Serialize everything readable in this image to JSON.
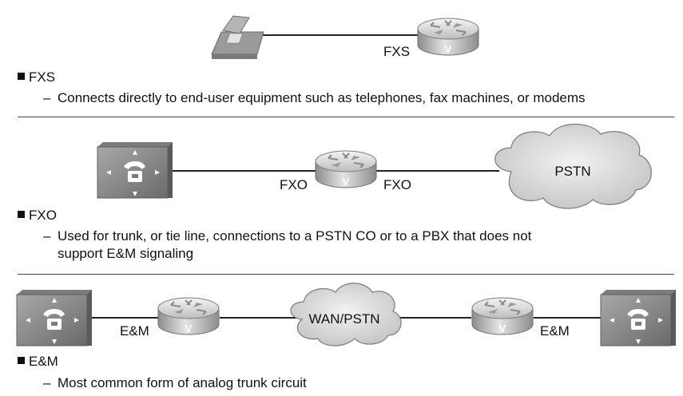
{
  "sections": [
    {
      "name": "FXS",
      "port_labels": [
        "FXS"
      ],
      "description": "Connects directly to end-user equipment such as telephones, fax machines, or modems"
    },
    {
      "name": "FXO",
      "port_labels": [
        "FXO",
        "FXO"
      ],
      "cloud_label": "PSTN",
      "description_lines": [
        "Used for trunk, or tie line, connections to a PSTN CO or to a PBX that does not",
        "support E&M signaling"
      ]
    },
    {
      "name": "E&M",
      "port_labels": [
        "E&M",
        "E&M"
      ],
      "cloud_label": "WAN/PSTN",
      "description": "Most common form of analog trunk circuit"
    }
  ],
  "router_mark": "V",
  "icons": [
    "telephone-icon",
    "voice-router-icon",
    "pbx-icon",
    "pstn-cloud-icon",
    "wan-cloud-icon"
  ],
  "colors": {
    "device_gray": "#8a8a8a",
    "router_light": "#e6e6e6",
    "router_dark": "#9a9a9a",
    "cloud_fill": "#d9d9d9",
    "line": "#222222"
  }
}
